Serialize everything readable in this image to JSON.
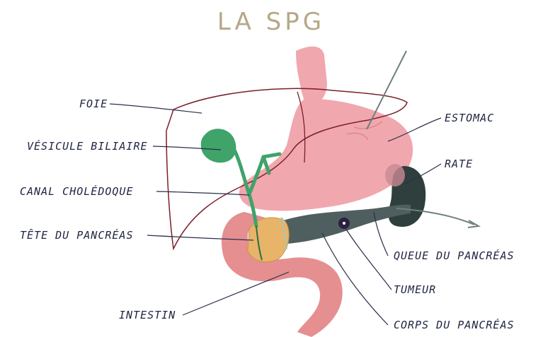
{
  "title": "LA SPG",
  "colors": {
    "title": "#b5a887",
    "liver_outline": "#7a1f2a",
    "stomach": "#f1a7ae",
    "gallbladder": "#3fa36a",
    "bile_duct": "#3fa36a",
    "pancreas_head": "#e8b46a",
    "pancreas_body": "#4f5e5f",
    "spleen": "#2f3f3d",
    "intestine": "#e58f91",
    "tumor": "#2a2140",
    "label_text": "#1f2440"
  },
  "labels": {
    "foie": "FOIE",
    "vesicule": "VÉSICULE BILIAIRE",
    "canal": "CANAL CHOLÉDOQUE",
    "tete": "TÊTE DU PANCRÉAS",
    "intestin": "INTESTIN",
    "estomac": "ESTOMAC",
    "rate": "RATE",
    "queue": "QUEUE DU PANCRÉAS",
    "tumeur": "TUMEUR",
    "corps": "CORPS DU PANCRÉAS"
  }
}
